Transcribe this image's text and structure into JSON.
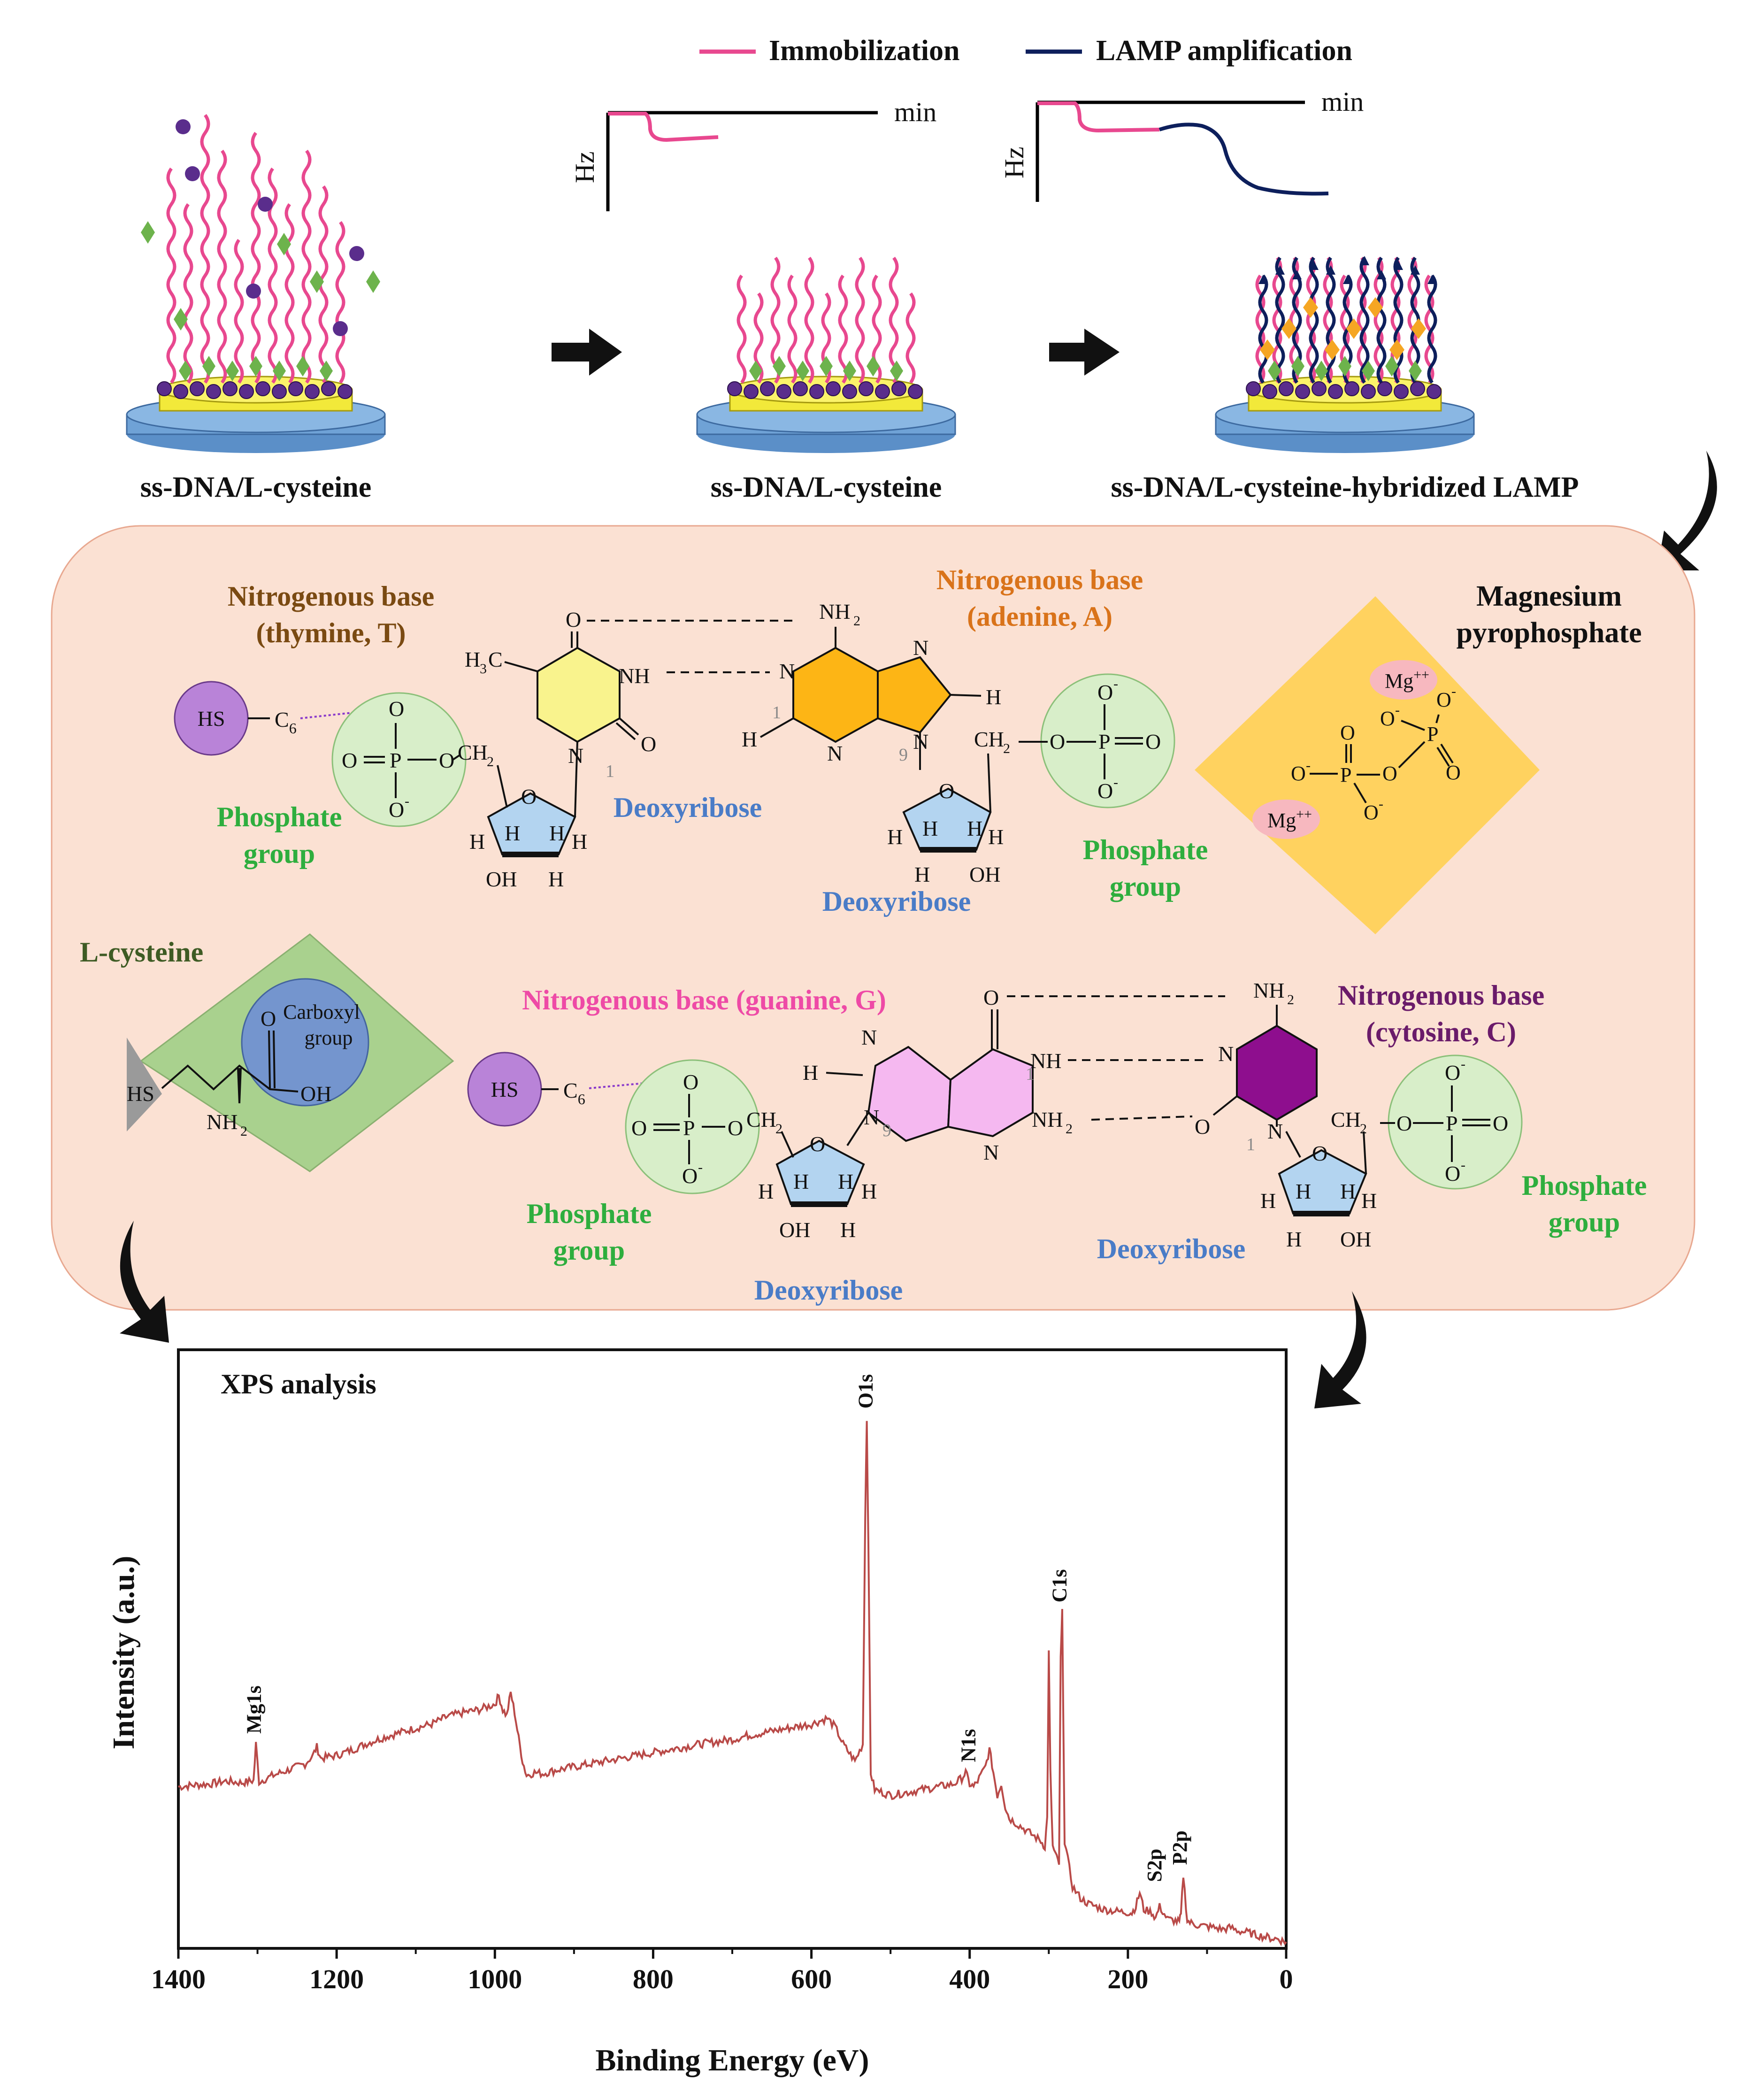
{
  "legend": {
    "immobilization": "Immobilization",
    "lamp": "LAMP amplification",
    "immobilization_color": "#e8488f",
    "lamp_color": "#0d1f5c"
  },
  "small_graphs": {
    "y_unit": "Hz",
    "x_unit": "min"
  },
  "stages": {
    "stage1": "ss-DNA/L-cysteine",
    "stage2": "ss-DNA/L-cysteine",
    "stage3": "ss-DNA/L-cysteine-hybridized LAMP"
  },
  "panel": {
    "background": "#fbe1d3",
    "thymine": {
      "title_1": "Nitrogenous base",
      "title_2": "(thymine, T)",
      "color": "#7a4a12"
    },
    "adenine": {
      "title_1": "Nitrogenous base",
      "title_2": "(adenine, A)",
      "color": "#d9731a"
    },
    "guanine": {
      "title": "Nitrogenous base (guanine, G)",
      "color": "#ee4aa6"
    },
    "cytosine": {
      "title_1": "Nitrogenous base",
      "title_2": "(cytosine, C)",
      "color": "#6a1b6a"
    },
    "magnesium": {
      "title_1": "Magnesium",
      "title_2": "pyrophosphate"
    },
    "lcysteine": {
      "title": "L-cysteine",
      "carboxyl_1": "Carboxyl",
      "carboxyl_2": "group",
      "color": "#3e5b24"
    },
    "phosphate_1": "Phosphate",
    "phosphate_2": "group",
    "phosphate_color": "#2eae3e",
    "deoxyribose": "Deoxyribose",
    "deoxyribose_color": "#4a7cc7",
    "chem": {
      "hs": "HS",
      "c6": "C",
      "six": "6",
      "o": "O",
      "p": "P",
      "oh": "OH",
      "h": "H",
      "nh": "NH",
      "n": "N",
      "nh2": "NH",
      "two": "2",
      "ch2": "CH",
      "h3c": "H",
      "three": "3",
      "c": "C",
      "one": "1",
      "nine": "9",
      "mg1": "Mg",
      "mg_charge": "++",
      "o_minus": "O",
      "minus": "-",
      "equals": "="
    }
  },
  "chart_data": {
    "type": "line",
    "title": "XPS analysis",
    "xlabel": "Binding Energy (eV)",
    "ylabel": "Intensity (a.u.)",
    "xlim": [
      1400,
      0
    ],
    "ylim": [
      0,
      100
    ],
    "x_reversed": true,
    "xticks": [
      "1400",
      "1200",
      "1000",
      "800",
      "600",
      "400",
      "200",
      "0"
    ],
    "line_color": "#b94a48",
    "series": [
      {
        "x": [
          1400,
          1380,
          1360,
          1340,
          1320,
          1305,
          1302,
          1298,
          1280,
          1260,
          1240,
          1230,
          1225,
          1220,
          1200,
          1180,
          1160,
          1140,
          1120,
          1100,
          1080,
          1060,
          1040,
          1020,
          1000,
          995,
          990,
          985,
          980,
          975,
          970,
          965,
          960,
          950,
          940,
          920,
          900,
          880,
          860,
          840,
          820,
          800,
          780,
          760,
          740,
          720,
          700,
          680,
          660,
          640,
          620,
          600,
          590,
          580,
          570,
          560,
          545,
          535,
          532,
          530,
          528,
          525,
          520,
          510,
          500,
          480,
          460,
          440,
          420,
          410,
          405,
          400,
          395,
          390,
          380,
          375,
          370,
          365,
          360,
          355,
          350,
          340,
          330,
          320,
          310,
          305,
          302,
          300,
          298,
          295,
          290,
          287,
          285,
          283,
          280,
          270,
          260,
          250,
          240,
          230,
          220,
          210,
          200,
          195,
          190,
          185,
          180,
          170,
          165,
          160,
          150,
          140,
          135,
          133,
          130,
          125,
          120,
          110,
          100,
          90,
          80,
          70,
          60,
          50,
          40,
          30,
          20,
          10,
          5,
          0
        ],
        "y": [
          27.5,
          27.8,
          28.0,
          28.5,
          28.2,
          28.6,
          35.0,
          28.4,
          29.5,
          30.5,
          31.5,
          33.0,
          34.5,
          32.5,
          33.0,
          34.0,
          35.2,
          36.2,
          37.0,
          37.8,
          38.5,
          39.8,
          40.5,
          41.0,
          42.0,
          43.5,
          41.0,
          40.0,
          44.0,
          40.5,
          36.0,
          32.0,
          29.5,
          30.0,
          29.8,
          30.5,
          31.0,
          31.5,
          32.0,
          32.5,
          33.0,
          33.5,
          34.0,
          34.5,
          35.0,
          35.4,
          35.8,
          36.5,
          37.0,
          37.5,
          38.0,
          38.5,
          39.0,
          39.5,
          38.0,
          35.0,
          32.0,
          35.0,
          75.0,
          92.0,
          70.0,
          30.0,
          27.0,
          26.5,
          26.0,
          26.5,
          27.0,
          27.5,
          28.0,
          29.0,
          30.0,
          28.0,
          27.5,
          28.5,
          31.0,
          34.0,
          30.0,
          26.0,
          28.0,
          24.0,
          22.0,
          21.0,
          20.0,
          19.0,
          18.0,
          17.0,
          22.0,
          51.0,
          30.0,
          17.0,
          15.0,
          14.0,
          50.0,
          58.0,
          18.0,
          10.0,
          8.0,
          7.0,
          6.5,
          6.0,
          5.8,
          5.6,
          5.5,
          5.4,
          6.5,
          9.0,
          6.0,
          5.5,
          4.5,
          6.5,
          4.3,
          4.0,
          3.8,
          5.0,
          12.0,
          4.0,
          3.6,
          3.2,
          3.0,
          2.8,
          2.5,
          2.8,
          2.2,
          2.0,
          1.6,
          1.3,
          1.0,
          0.8,
          0.5,
          0.3
        ]
      }
    ],
    "peaks": [
      {
        "label": "Mg1s",
        "x": 1303,
        "y": 35
      },
      {
        "label": "O1s",
        "x": 530,
        "y": 92
      },
      {
        "label": "N1s",
        "x": 400,
        "y": 30
      },
      {
        "label": "C1s",
        "x": 285,
        "y": 58
      },
      {
        "label": "S2p",
        "x": 165,
        "y": 9
      },
      {
        "label": "P2p",
        "x": 133,
        "y": 12
      }
    ]
  }
}
